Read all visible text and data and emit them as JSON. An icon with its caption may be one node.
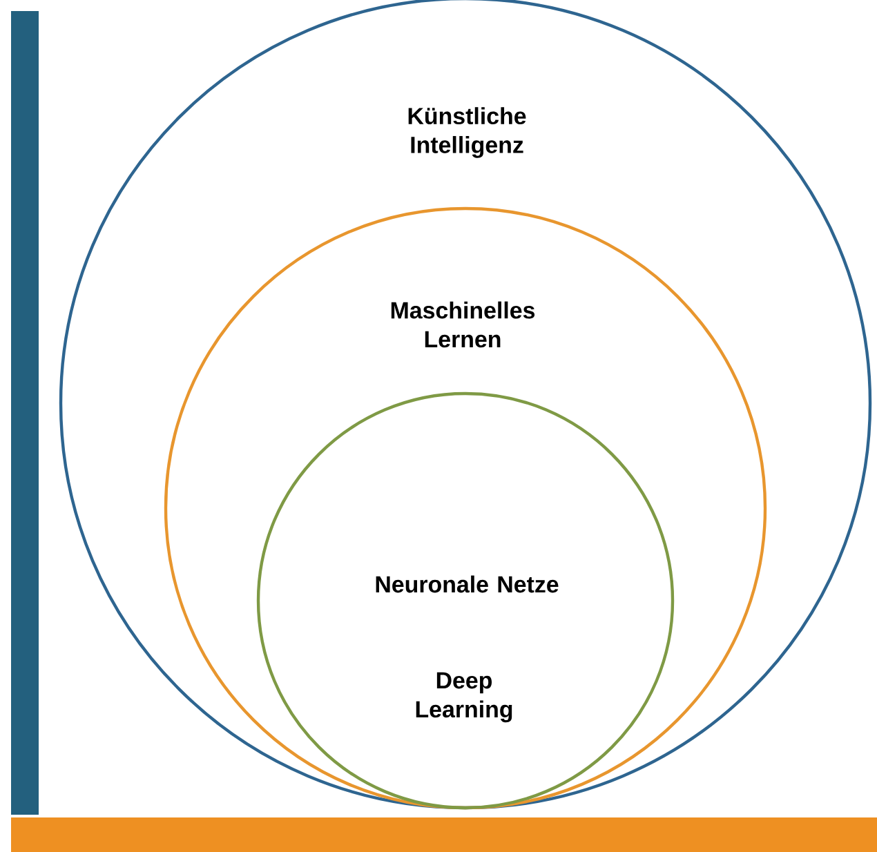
{
  "diagram": {
    "nodes": [
      {
        "text": [
          "Künstliche Intelligenz"
        ]
      },
      {
        "text": [
          "Maschinelles Lernen"
        ],
        "in": 0
      },
      {
        "text": [
          "Neuronale Netze",
          "Deep Learning"
        ],
        "in": 1
      }
    ]
  }
}
